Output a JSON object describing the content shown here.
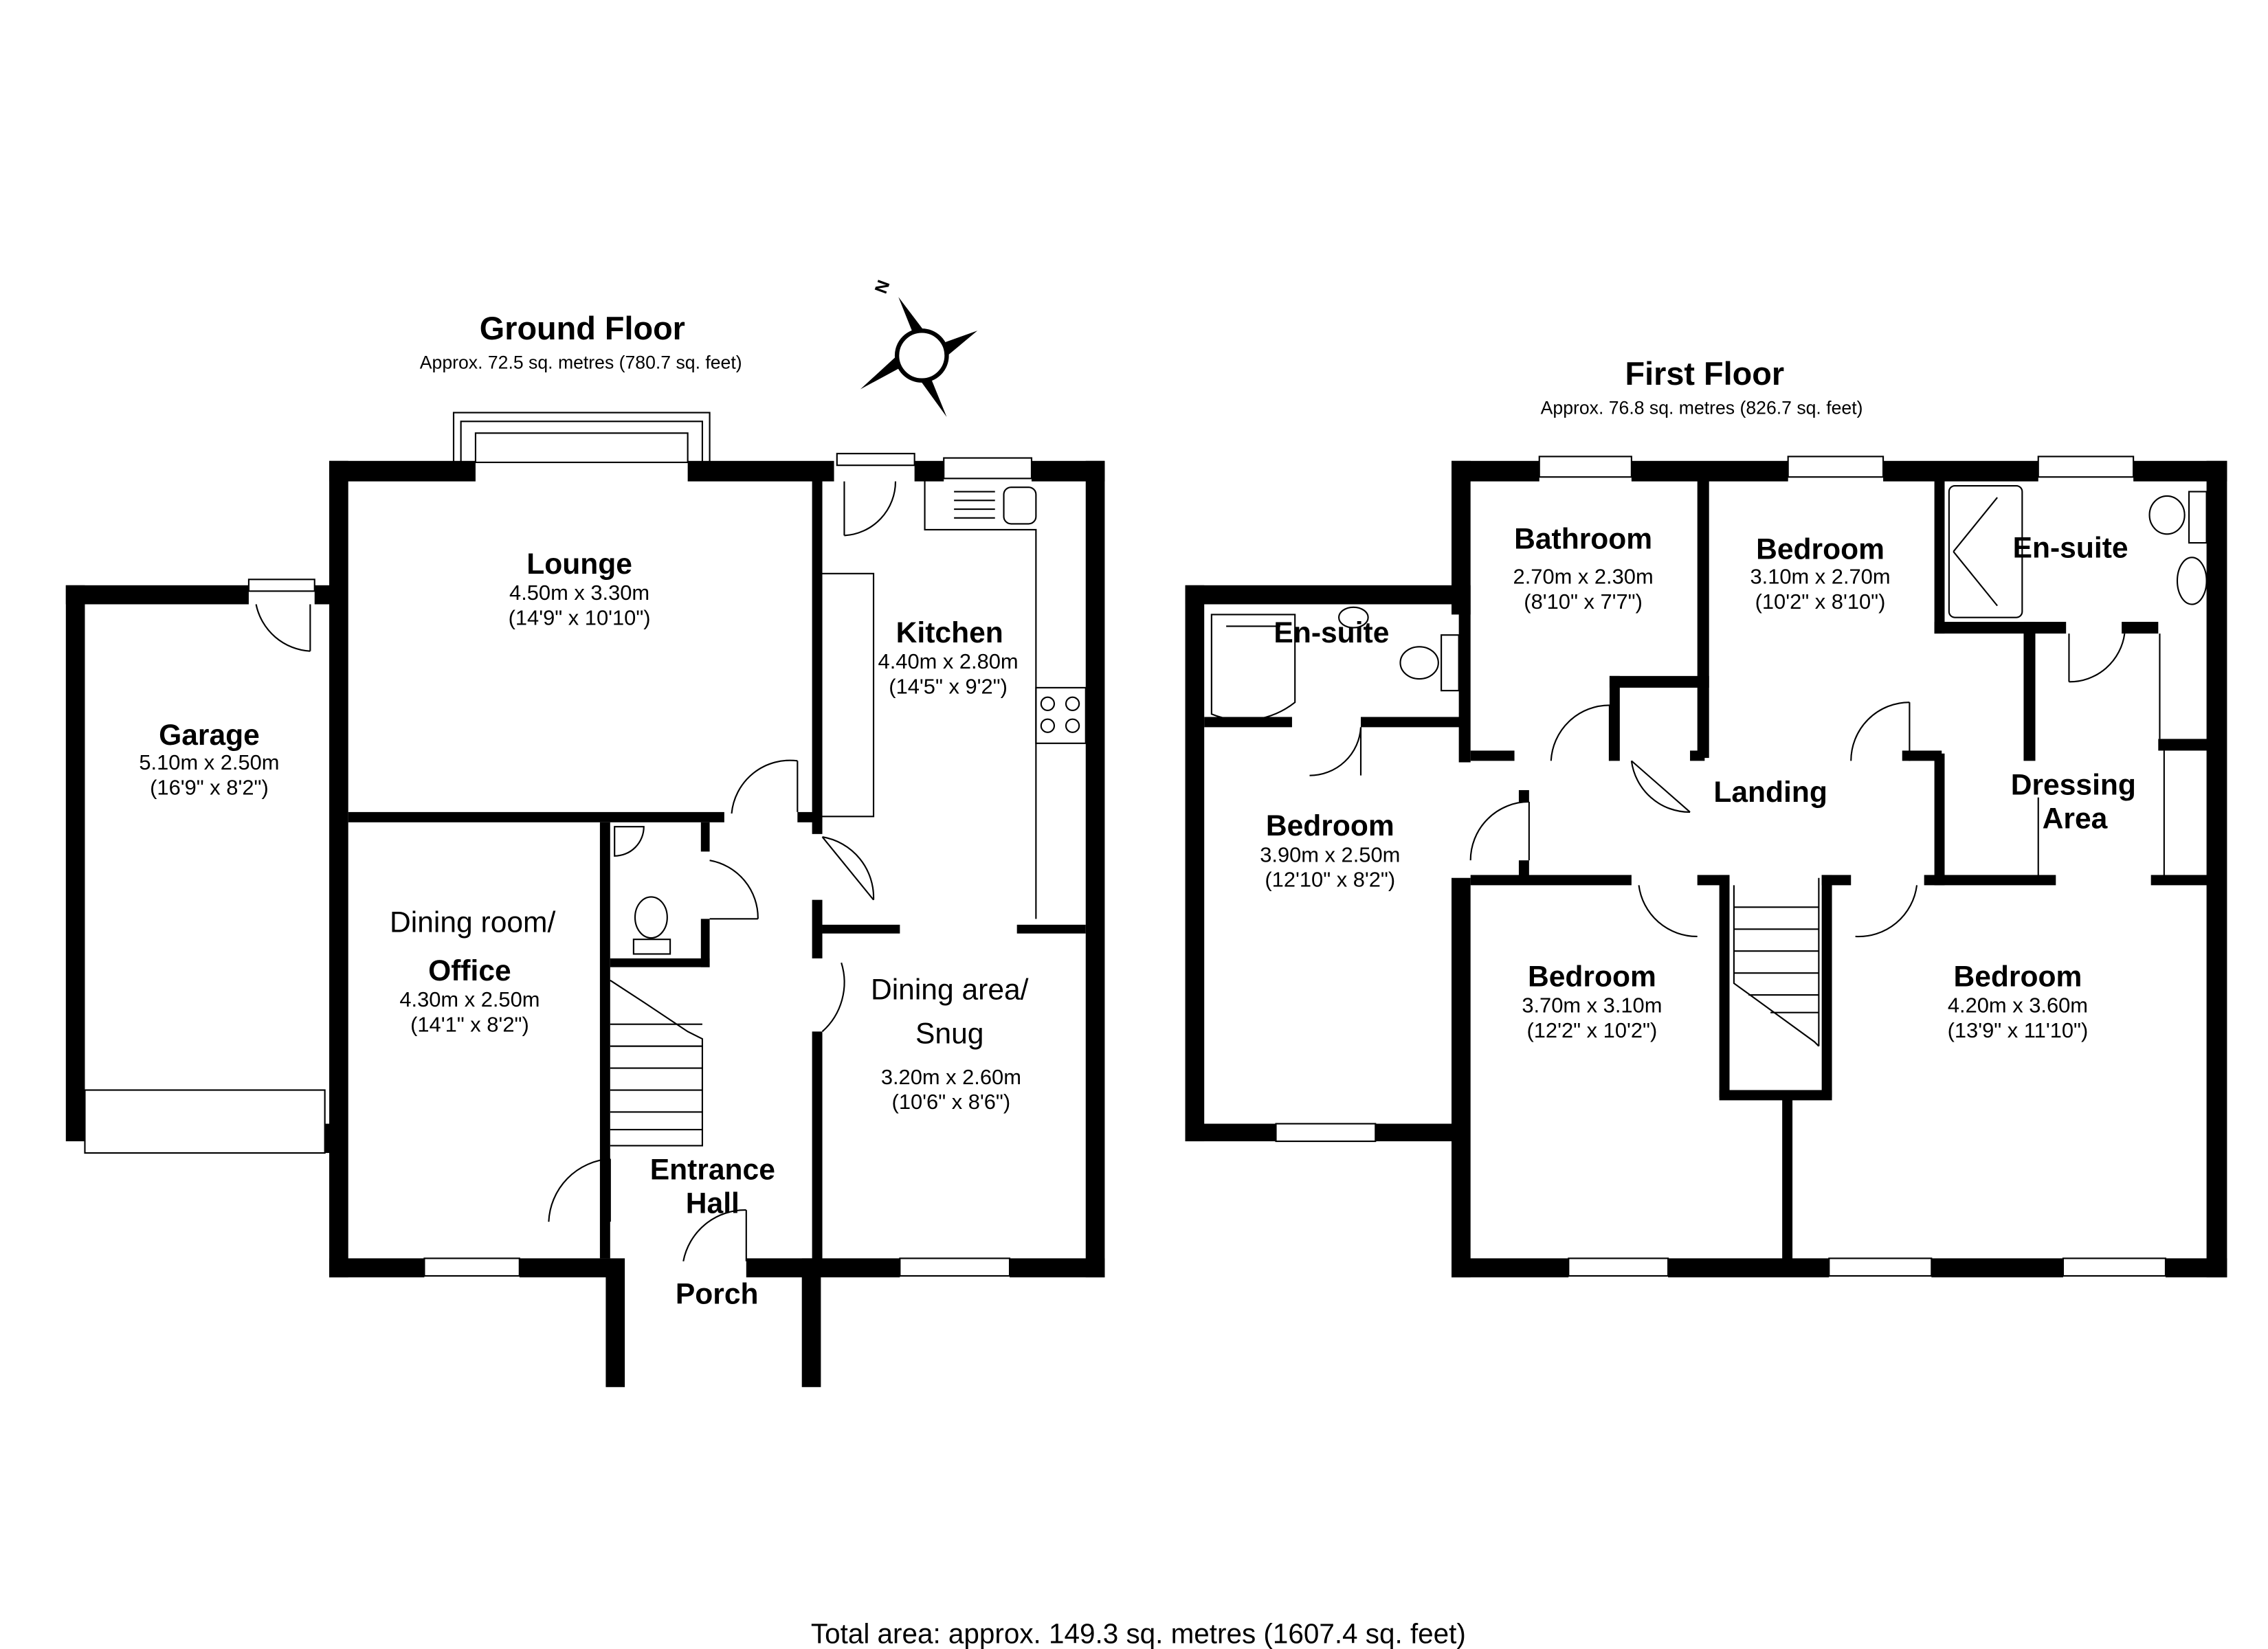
{
  "ground_floor": {
    "title": "Ground Floor",
    "area": "Approx. 72.5 sq. metres (780.7 sq. feet)",
    "rooms": {
      "lounge": {
        "name": "Lounge",
        "metric": "4.50m x 3.30m",
        "imperial": "(14'9\" x 10'10\")"
      },
      "kitchen": {
        "name": "Kitchen",
        "metric": "4.40m x 2.80m",
        "imperial": "(14'5\" x 9'2\")"
      },
      "garage": {
        "name": "Garage",
        "metric": "5.10m x 2.50m",
        "imperial": "(16'9\" x 8'2\")"
      },
      "dining_office": {
        "name_line1": "Dining room/",
        "name_line2": "Office",
        "metric": "4.30m x 2.50m",
        "imperial": "(14'1\" x 8'2\")"
      },
      "dining_snug": {
        "name_line1": "Dining area/",
        "name_line2": "Snug",
        "metric": "3.20m x 2.60m",
        "imperial": "(10'6\" x 8'6\")"
      },
      "entrance_hall": {
        "name_line1": "Entrance",
        "name_line2": "Hall"
      },
      "porch": {
        "name": "Porch"
      }
    }
  },
  "first_floor": {
    "title": "First Floor",
    "area": "Approx. 76.8 sq. metres (826.7 sq. feet)",
    "rooms": {
      "bathroom": {
        "name": "Bathroom",
        "metric": "2.70m x 2.30m",
        "imperial": "(8'10\" x 7'7\")"
      },
      "bedroom_rear": {
        "name": "Bedroom",
        "metric": "3.10m x 2.70m",
        "imperial": "(10'2\" x 8'10\")"
      },
      "ensuite_right": {
        "name": "En-suite"
      },
      "ensuite_left": {
        "name": "En-suite"
      },
      "bedroom_left": {
        "name": "Bedroom",
        "metric": "3.90m x 2.50m",
        "imperial": "(12'10\" x 8'2\")"
      },
      "landing": {
        "name": "Landing"
      },
      "dressing_area": {
        "name_line1": "Dressing",
        "name_line2": "Area"
      },
      "bedroom_front": {
        "name": "Bedroom",
        "metric": "3.70m x 3.10m",
        "imperial": "(12'2\" x 10'2\")"
      },
      "bedroom_master": {
        "name": "Bedroom",
        "metric": "4.20m x 3.60m",
        "imperial": "(13'9\" x 11'10\")"
      }
    }
  },
  "compass": {
    "label": "N",
    "icon": "compass-north-arrow-icon"
  },
  "total_area": "Total area: approx. 149.3 sq. metres (1607.4 sq. feet)"
}
